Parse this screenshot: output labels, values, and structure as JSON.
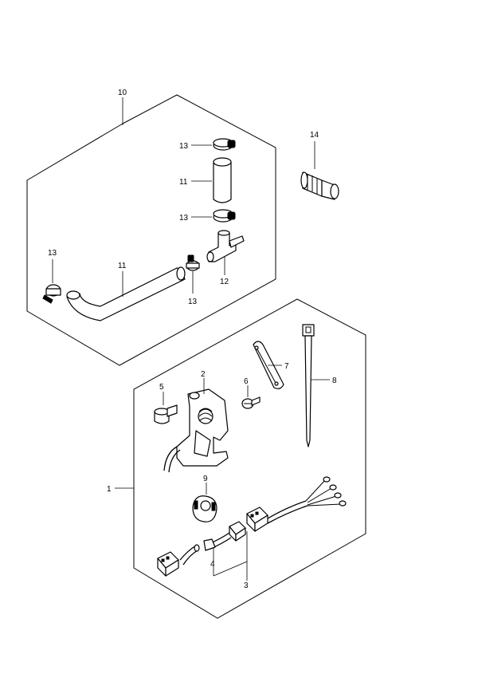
{
  "callouts": {
    "c10": "10",
    "c13_top": "13",
    "c11_upper": "11",
    "c13_mid": "13",
    "c14": "14",
    "c13_left": "13",
    "c11_lower": "11",
    "c12": "12",
    "c13_bottom": "13",
    "c2": "2",
    "c7": "7",
    "c8": "8",
    "c6": "6",
    "c5": "5",
    "c1": "1",
    "c9": "9",
    "c4": "4",
    "c3": "3"
  }
}
